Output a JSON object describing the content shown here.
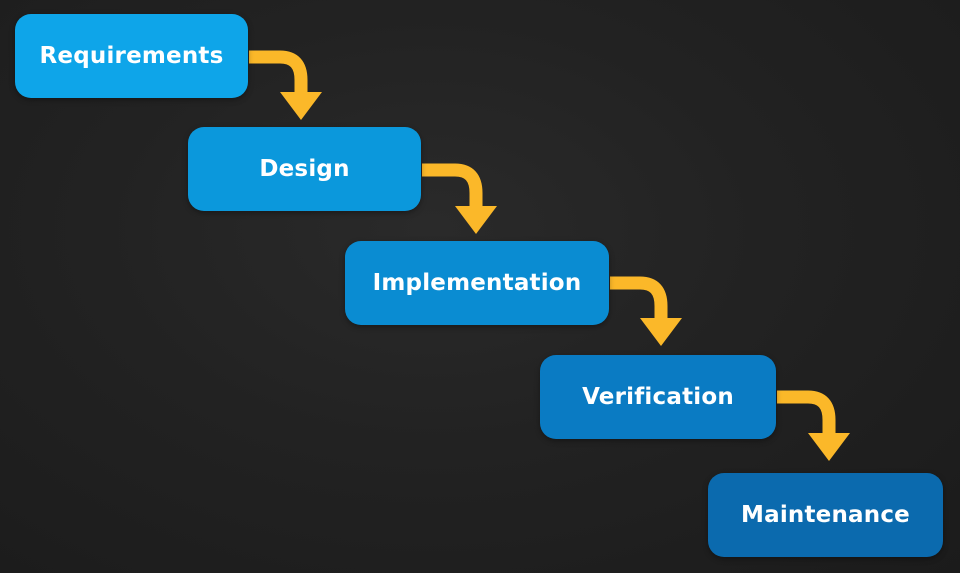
{
  "diagram": {
    "stages": [
      {
        "label": "Requirements",
        "color": "#0EA5E9"
      },
      {
        "label": "Design",
        "color": "#0B98DC"
      },
      {
        "label": "Implementation",
        "color": "#0A8CD2"
      },
      {
        "label": "Verification",
        "color": "#0A7BC3"
      },
      {
        "label": "Maintenance",
        "color": "#0B6AAE"
      }
    ],
    "arrow_color": "#FBB829"
  }
}
